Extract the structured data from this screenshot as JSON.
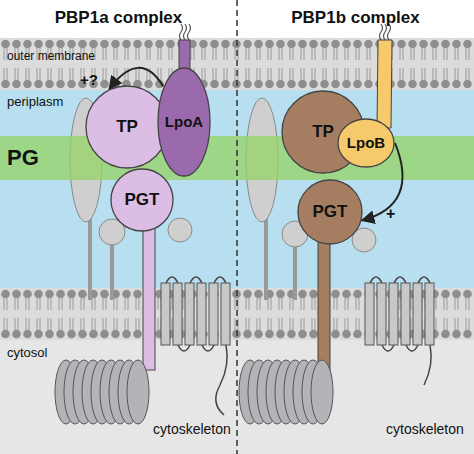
{
  "diagram": {
    "nodes": [
      {
        "text": [
          "outer membrane"
        ]
      },
      {
        "text": [
          "periplasm"
        ]
      },
      {
        "text": [
          "PG"
        ],
        "in": 1
      },
      {
        "text": [
          "TP"
        ]
      },
      {
        "text": [
          "LpoA"
        ]
      },
      {
        "text": [
          "PGT"
        ]
      },
      {
        "text": [
          "TP"
        ]
      },
      {
        "text": [
          "LpoB"
        ]
      },
      {
        "text": [
          "PGT"
        ]
      },
      {
        "text": [
          "cytosol"
        ]
      }
    ],
    "edges": [
      {
        "from": 4,
        "to": 3,
        "arrow": "to",
        "label": "+?"
      },
      {
        "from": 7,
        "to": 8,
        "arrow": "to",
        "label": "+"
      }
    ],
    "labels": [
      "PBP1a complex",
      "PBP1b complex",
      "cytoskeleton",
      "cytoskeleton"
    ]
  }
}
